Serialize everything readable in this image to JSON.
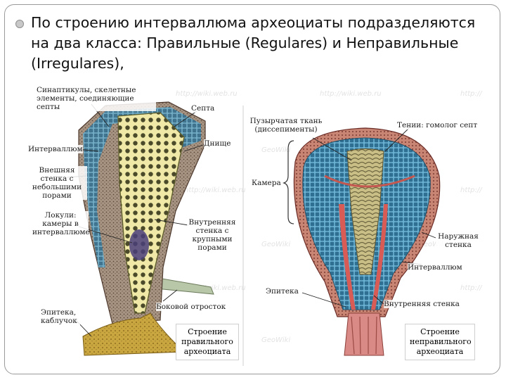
{
  "slide": {
    "title": "По строению интерваллюма археоциаты подразделяются на два класса: Правильные (Regulares) и Неправильные (Irregulares),"
  },
  "watermarks": [
    "http://wiki.web.ru",
    "http://wiki.web.ru",
    "http://",
    "GeoWiki",
    "http://wiki.web.ru",
    "http://",
    "GeoWiki",
    "GeoWiki",
    "http://wiki.web.ru",
    "http://",
    "GeoWiki"
  ],
  "left_figure": {
    "labels": {
      "synapticula": "Синаптикулы, скелетные элементы, соединяющие септы",
      "septa": "Септа",
      "intervallum": "Интерваллюм",
      "bottom": "Днище",
      "outer_wall": "Внешняя стенка с небольшими порами",
      "loculi": "Локули: камеры в интерваллюме",
      "inner_wall": "Внутренняя стенка с крупными порами",
      "epitheca": "Эпитека, каблучок",
      "lateral": "Боковой отросток"
    },
    "caption": "Строение правильного археоциата"
  },
  "right_figure": {
    "labels": {
      "vesicular": "Пузырчатая ткань (диссепименты)",
      "tenia": "Тении: гомолог септ",
      "chamber": "Камера",
      "outer_wall": "Наружная стенка",
      "intervallum": "Интерваллюм",
      "epitheca": "Эпитека",
      "inner_wall": "Внутренняя стенка"
    },
    "caption": "Строение неправильного археоциата"
  },
  "colors": {
    "pore_fill": "#4a4a2a",
    "inner_cup": "#f0e9a8",
    "blue_tissue": "#5aa6c8",
    "outer_brown": "#8a6b52",
    "base_gold": "#c9a640",
    "vesicular": "#b8ad73",
    "red_wall": "#d85b55"
  }
}
